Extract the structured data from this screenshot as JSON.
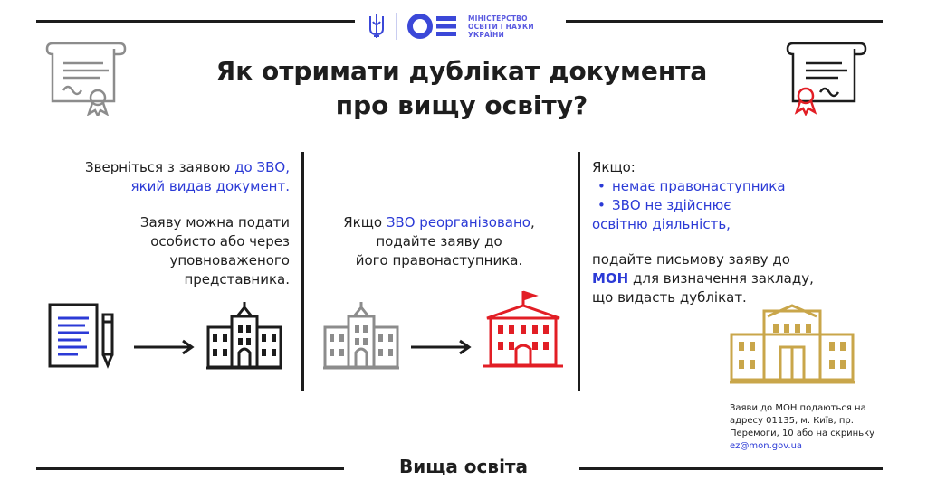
{
  "header": {
    "ministry_lines": [
      "МІНІСТЕРСТВО",
      "ОСВІТИ І НАУКИ",
      "УКРАЇНИ"
    ],
    "title_line1": "Як отримати дублікат документа",
    "title_line2": "про вищу освіту?"
  },
  "col1": {
    "intro_a": "Зверніться з заявою ",
    "intro_b": "до ЗВО,",
    "intro_c": "який видав документ.",
    "detail_lines": [
      "Заяву можна подати",
      "особисто або через",
      "уповноваженого",
      "представника."
    ]
  },
  "col2": {
    "line1_a": "Якщо ",
    "line1_b": "ЗВО реорганізовано",
    "line1_c": ",",
    "line2": "подайте заяву до",
    "line3": "його правонаступника."
  },
  "col3": {
    "if_label": "Якщо:",
    "bullet1": "немає правонаступника",
    "bullet2_line1": "ЗВО не здійснює",
    "bullet2_line2": "освітню діяльність,",
    "submit_line1": "подайте письмову заяву до",
    "submit_mon": "МОН",
    "submit_line2_rest": " для визначення закладу,",
    "submit_line3": "що видасть дублікат.",
    "note_lines": [
      "Заяви до МОН подаються на",
      "адресу 01135, м. Київ, пр.",
      "Перемоги, 10 або на скриньку"
    ],
    "note_email": "ez@mon.gov.ua"
  },
  "footer": {
    "label": "Вища освіта"
  },
  "colors": {
    "accent_blue": "#2b3ad6",
    "red": "#e21e25",
    "gold": "#c9a64a",
    "grey": "#8c8c8c",
    "black": "#1c1c1c"
  },
  "icons": [
    "trident-icon",
    "mon-logo-icon",
    "certificate-icon",
    "document-pen-icon",
    "university-building-icon",
    "arrow-right-icon"
  ]
}
